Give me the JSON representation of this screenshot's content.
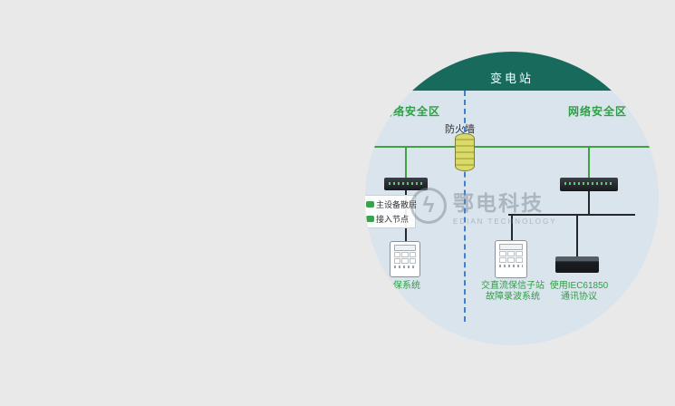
{
  "window": {
    "background": "#e9e9e9"
  },
  "diagram": {
    "header": {
      "title": "变电站"
    },
    "zone_left": "网络安全区",
    "zone_right": "网络安全区",
    "firewall_label": "防火墙",
    "access_note": {
      "line1": "主设备散居",
      "line2": "接入节点"
    },
    "device_labels": {
      "left": "保系统",
      "middle_line1": "交直流保信子站",
      "middle_line2": "故障录波系统",
      "right_line1": "使用IEC61850",
      "right_line2": "通讯协议"
    },
    "watermark": {
      "brand": "鄂电科技",
      "subtitle": "EDIAN TECHNOLOGY"
    },
    "colors": {
      "header_bg": "#176a5c",
      "body_bg": "#d9e4ed",
      "bus_green": "#3fa13f",
      "label_green": "#2f9e44",
      "partition_blue": "#3f7fd0",
      "connector_black": "#25282c",
      "firewall_fill": "#c9c95a"
    }
  }
}
